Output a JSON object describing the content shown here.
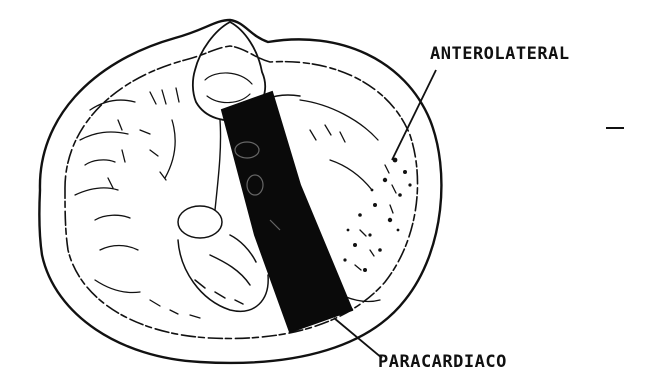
{
  "labels": {
    "anterolateral": "ANTEROLATERAL",
    "paracardiaco": "PARACARDIACO"
  },
  "colors": {
    "ink": "#111111",
    "paper": "#ffffff",
    "shaded_region": "#0a0a0a"
  },
  "icons": {
    "pointer_anterolateral": "arrow-line",
    "pointer_paracardiaco": "arrow-line"
  }
}
